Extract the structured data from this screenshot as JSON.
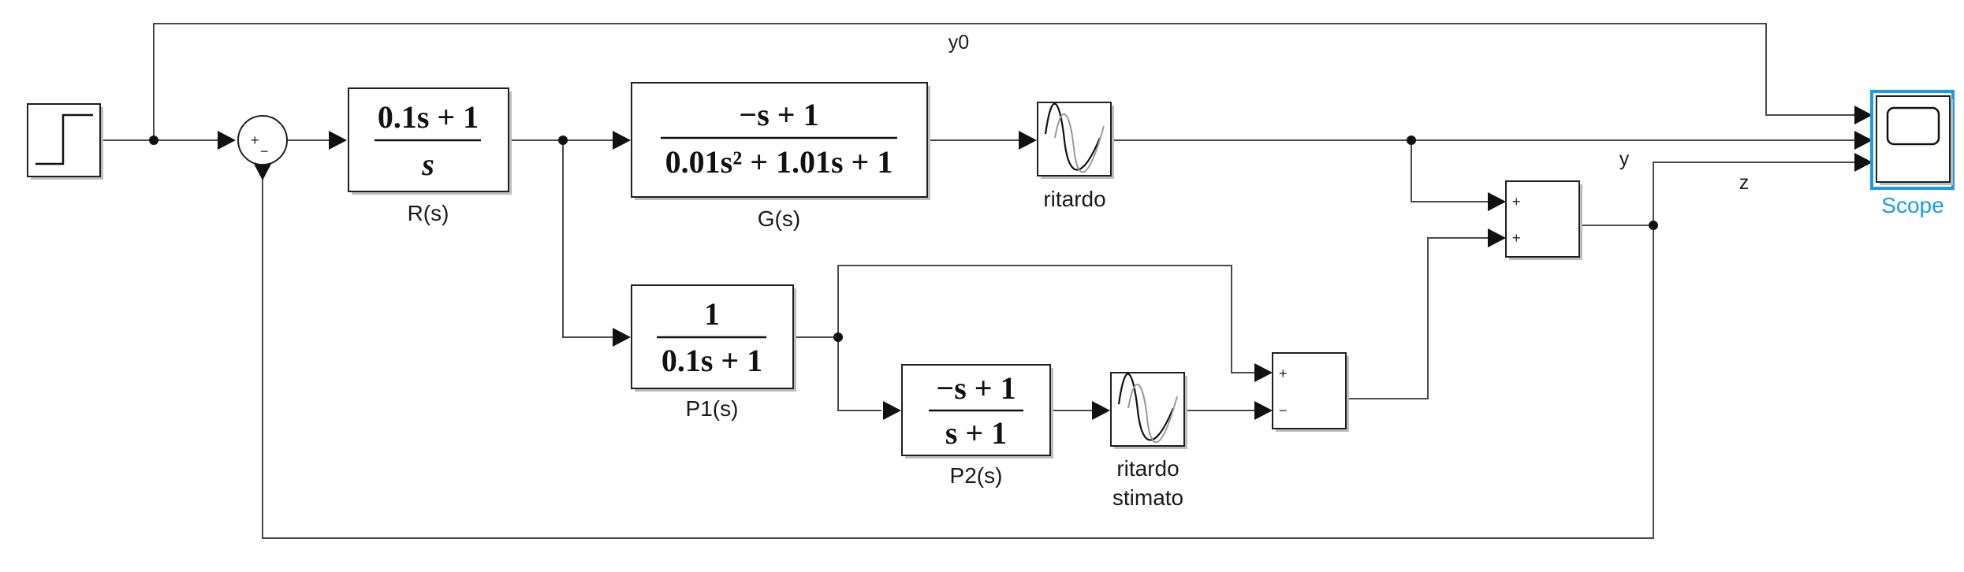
{
  "blocks": {
    "step": {
      "label": ""
    },
    "sum1": {
      "sign_top": "+",
      "sign_bottom": "−"
    },
    "R": {
      "num": "0.1s + 1",
      "den": "s",
      "label": "R(s)"
    },
    "G": {
      "num": "−s + 1",
      "den": "0.01s² + 1.01s + 1",
      "label": "G(s)"
    },
    "delay": {
      "label": "ritardo"
    },
    "P1": {
      "num": "1",
      "den": "0.1s + 1",
      "label": "P1(s)"
    },
    "P2": {
      "num": "−s + 1",
      "den": "s + 1",
      "label": "P2(s)"
    },
    "delay_est": {
      "label_line1": "ritardo",
      "label_line2": "stimato"
    },
    "sum2": {
      "sign_top": "+",
      "sign_bottom": "+"
    },
    "sum3": {
      "sign_top": "+",
      "sign_bottom": "−"
    },
    "scope": {
      "label": "Scope"
    }
  },
  "signals": {
    "y0": "y0",
    "y": "y",
    "z": "z"
  },
  "colors": {
    "scope_accent": "#1a9be8",
    "line": "#4a4a4a"
  }
}
